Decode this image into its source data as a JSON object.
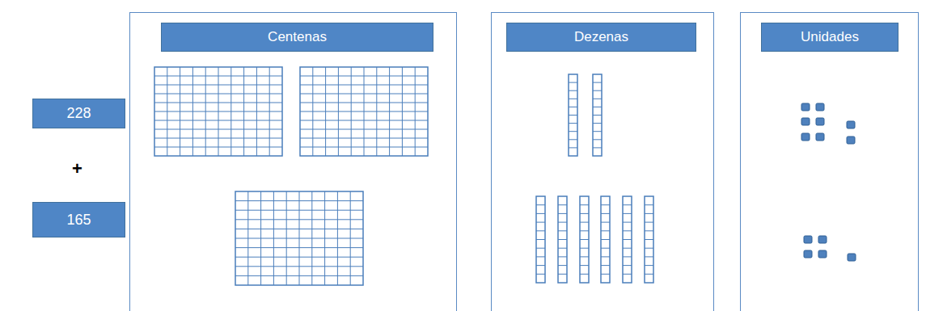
{
  "diagram": {
    "nodes": [
      {
        "text": [
          "228"
        ]
      },
      {
        "text": [
          "165"
        ]
      },
      {
        "text": [
          "Centenas"
        ]
      },
      {
        "text": [
          "Dezenas"
        ]
      },
      {
        "text": [
          "Unidades"
        ]
      }
    ],
    "labels": [
      "+"
    ]
  }
}
